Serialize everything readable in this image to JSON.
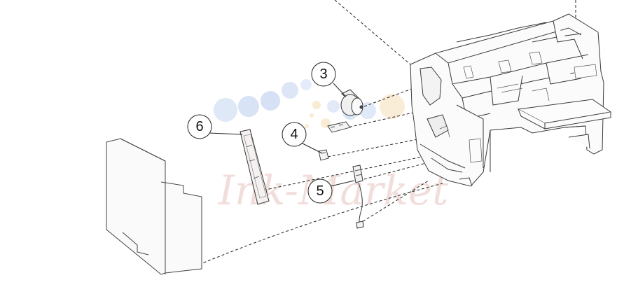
{
  "diagram": {
    "callouts": [
      {
        "id": "3",
        "label": "3",
        "part": "motor"
      },
      {
        "id": "4",
        "label": "4",
        "part": "sensor-bracket"
      },
      {
        "id": "5",
        "label": "5",
        "part": "cable-sensor-assembly"
      },
      {
        "id": "6",
        "label": "6",
        "part": "circuit-board"
      }
    ],
    "watermark": {
      "text": "Ink-Market",
      "colors": [
        "#3f6fd6",
        "#f5c57a",
        "#e7c4bf"
      ]
    }
  }
}
